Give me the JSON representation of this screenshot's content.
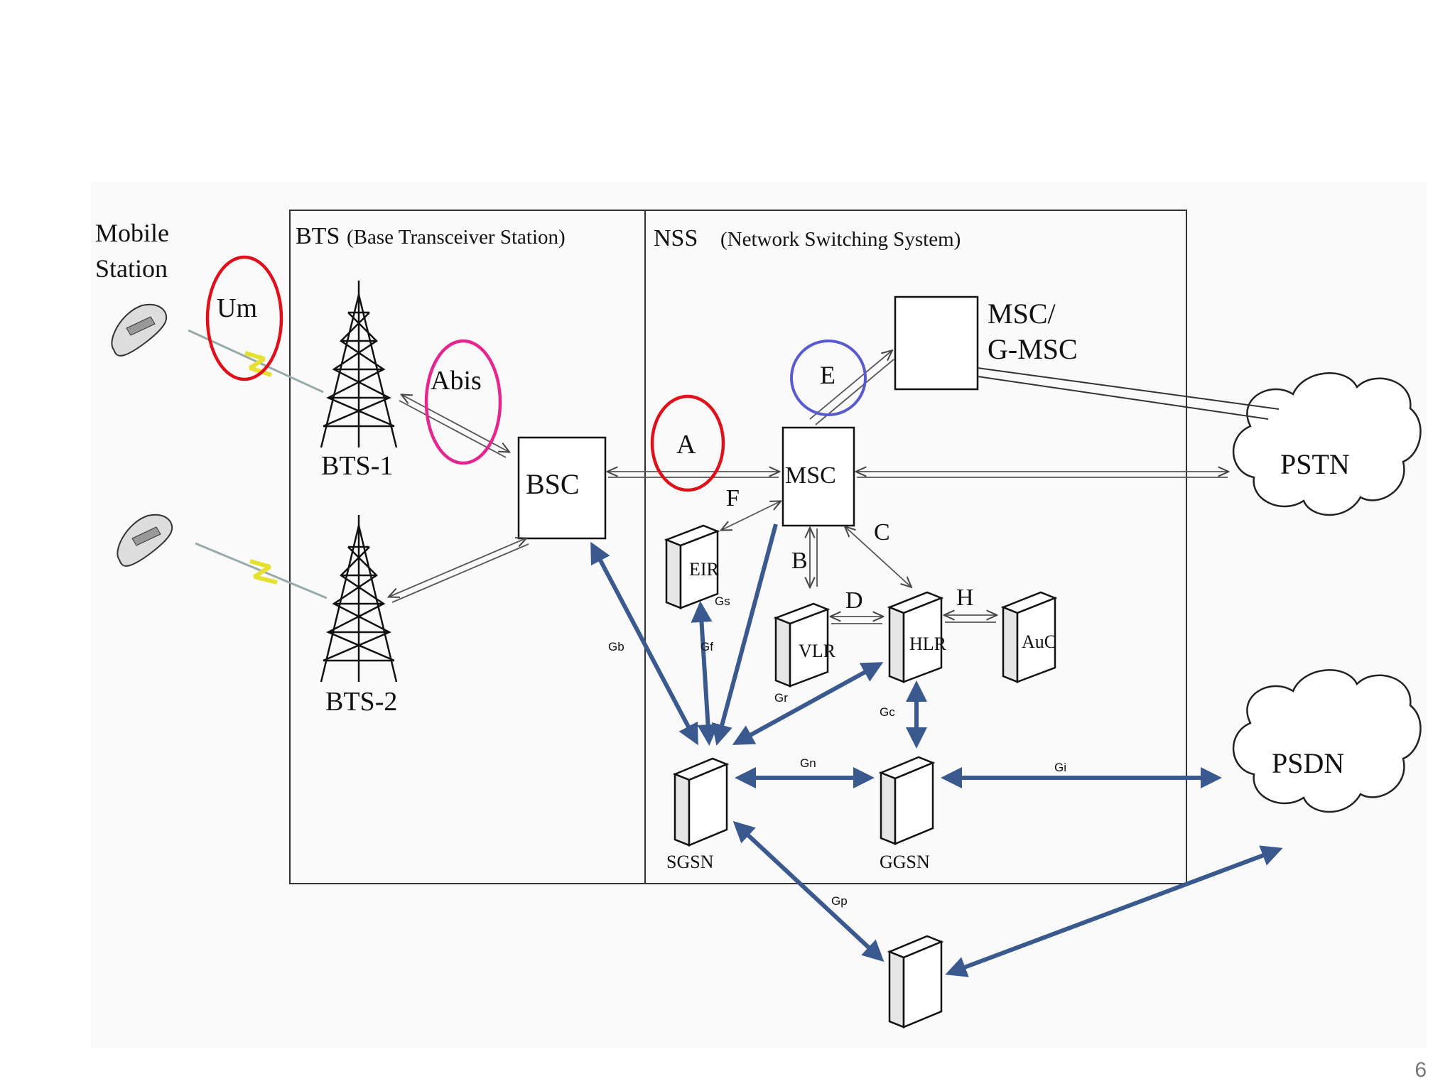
{
  "labels": {
    "mobile_station": [
      "Mobile",
      "Station"
    ],
    "bts_section": "BTS",
    "bts_section_full": "(Base Transceiver Station)",
    "nss_section": "NSS",
    "nss_section_full": "(Network Switching System)",
    "bts1": "BTS-1",
    "bts2": "BTS-2",
    "bsc": "BSC",
    "msc": "MSC",
    "msc_gmsc": [
      "MSC/",
      "G-MSC"
    ],
    "eir": "EIR",
    "vlr": "VLR",
    "hlr": "HLR",
    "auc": "AuC",
    "sgsn": "SGSN",
    "ggsn": "GGSN",
    "pstn": "PSTN",
    "psdn": "PSDN"
  },
  "interfaces": {
    "um": "Um",
    "abis": "Abis",
    "a": "A",
    "e": "E",
    "f": "F",
    "b": "B",
    "c": "C",
    "d": "D",
    "h": "H"
  },
  "gprs_interfaces": {
    "gs": "Gs",
    "gb": "Gb",
    "gf": "Gf",
    "gr": "Gr",
    "gc": "Gc",
    "gn": "Gn",
    "gi": "Gi",
    "gp": "Gp"
  },
  "highlight_colors": {
    "um": "#e0101a",
    "a": "#e0101a",
    "abis": "#e6268f",
    "e": "#5a5ad0",
    "gprs_links": "#3a5a8f"
  },
  "page_number": "6"
}
